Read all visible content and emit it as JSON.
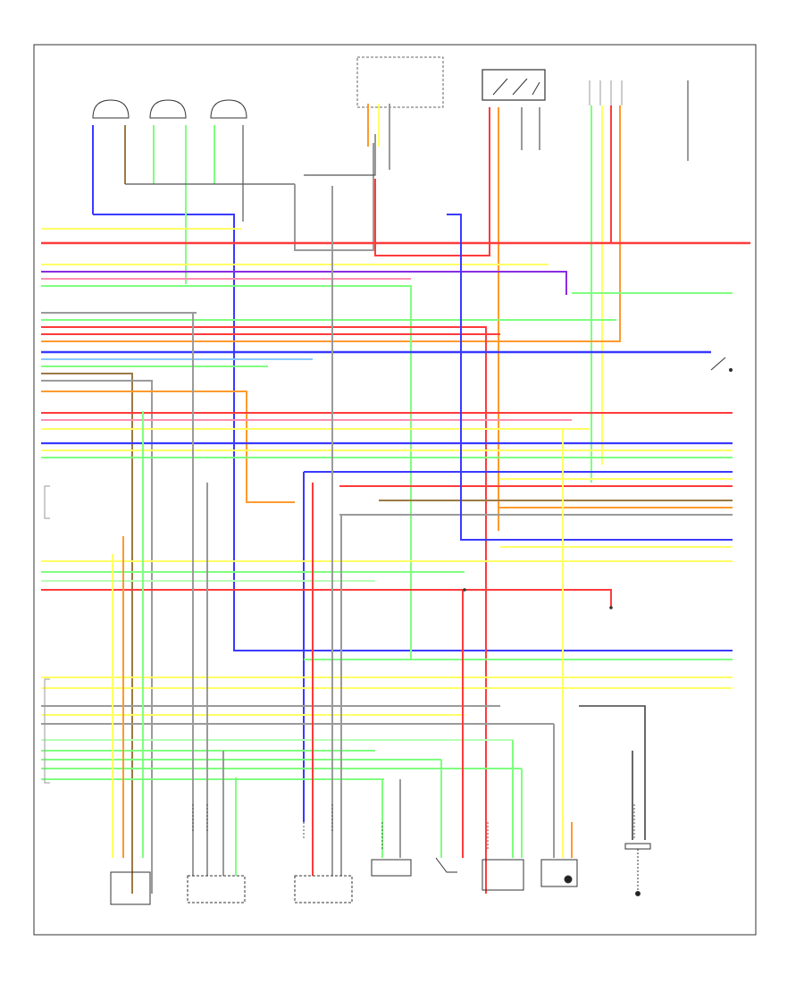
{
  "diagram": {
    "footer_text": "",
    "wire_colors": {
      "yellow": "#ffff66",
      "red": "#ff3b3b",
      "green": "#7fff7f",
      "blue": "#3a3aff",
      "purple": "#8b2be2",
      "orange": "#ff9a2e",
      "brown": "#9b7a45",
      "gray": "#9a9a9a",
      "black": "#222222",
      "pink": "#ff8fb0",
      "light-green": "#b6ffb6",
      "light-blue": "#88c8ff"
    },
    "components": [
      {
        "id": "sensor-1",
        "kind": "sensor"
      },
      {
        "id": "sensor-2",
        "kind": "sensor"
      },
      {
        "id": "sensor-3",
        "kind": "sensor"
      },
      {
        "id": "relay-box",
        "kind": "relay"
      },
      {
        "id": "switch-box",
        "kind": "switch"
      },
      {
        "id": "connector-top-right",
        "kind": "connector"
      },
      {
        "id": "ground-switch",
        "kind": "switch"
      },
      {
        "id": "bottom-sensor-1",
        "kind": "sensor"
      },
      {
        "id": "bottom-sensor-2",
        "kind": "sensor"
      },
      {
        "id": "bottom-sensor-3",
        "kind": "sensor"
      },
      {
        "id": "bottom-sensor-4",
        "kind": "sensor"
      },
      {
        "id": "bottom-sensor-5",
        "kind": "sensor"
      },
      {
        "id": "bottom-sensor-6",
        "kind": "sensor"
      },
      {
        "id": "bottom-sensor-7",
        "kind": "sensor"
      },
      {
        "id": "bottom-sensor-8",
        "kind": "sensor"
      }
    ]
  }
}
